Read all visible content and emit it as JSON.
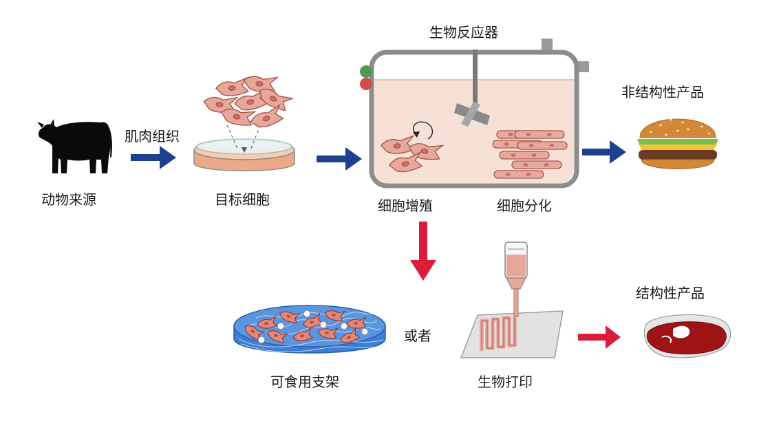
{
  "labels": {
    "animal_source": "动物来源",
    "muscle_tissue": "肌肉组织",
    "target_cells": "目标细胞",
    "bioreactor": "生物反应器",
    "cell_proliferation": "细胞增殖",
    "cell_differentiation": "细胞分化",
    "unstructured_product": "非结构性产品",
    "structured_product": "结构性产品",
    "edible_scaffold": "可食用支架",
    "or": "或者",
    "bioprinting": "生物打印"
  },
  "colors": {
    "flow_arrow": "#1f3f8f",
    "structured_arrow": "#d81e3a",
    "cell_fill": "#e8a79b",
    "cell_stroke": "#a4574d",
    "reactor_body": "#f7e1d7",
    "reactor_frame": "#8c8c8c",
    "scaffold_blue": "#3d7fd6",
    "indicator_green": "#4a9a5a",
    "indicator_red": "#d84a4a"
  }
}
